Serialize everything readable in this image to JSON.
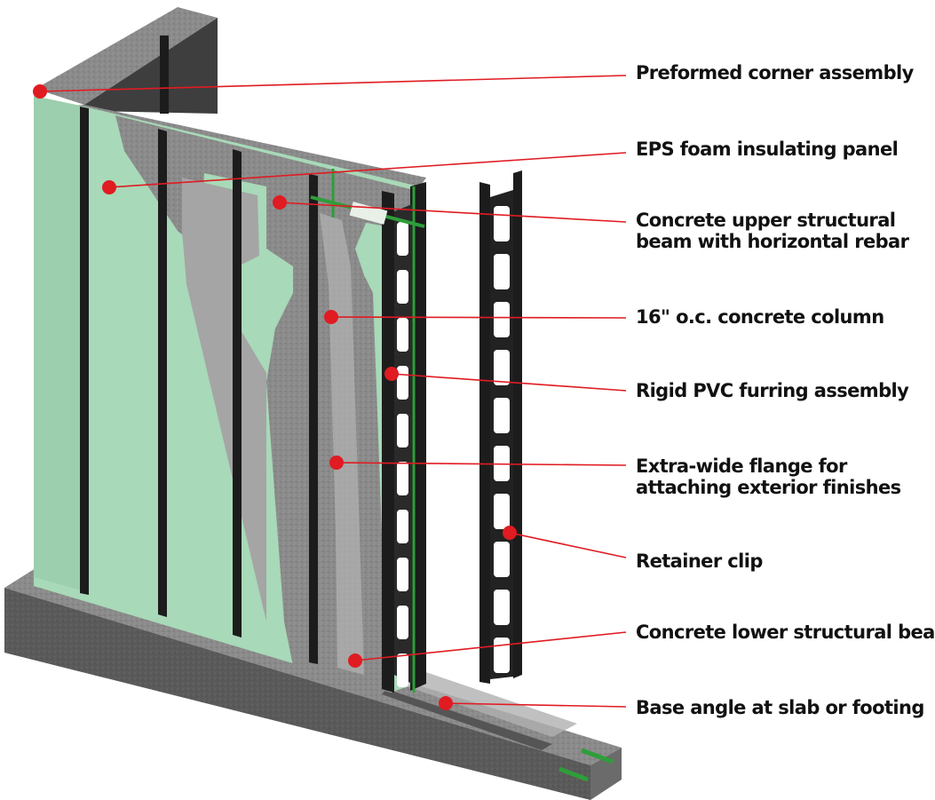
{
  "colors": {
    "foam": "#a8d9b8",
    "concrete": "#8c8c8c",
    "concrete_dark": "#5e5e5e",
    "furring": "#1c1c1c",
    "rebar": "#2e9e3a",
    "callout": "#e01b22",
    "label_text": "#111111"
  },
  "callouts": [
    {
      "id": "preformed-corner-assembly",
      "lines": [
        "Preformed corner assembly"
      ]
    },
    {
      "id": "eps-foam-insulating-panel",
      "lines": [
        "EPS foam insulating panel"
      ]
    },
    {
      "id": "concrete-upper-structural-beam",
      "lines": [
        "Concrete upper structural",
        "beam with horizontal rebar"
      ]
    },
    {
      "id": "concrete-column",
      "lines": [
        "16\" o.c. concrete column"
      ]
    },
    {
      "id": "rigid-pvc-furring-assembly",
      "lines": [
        "Rigid PVC furring assembly"
      ]
    },
    {
      "id": "extra-wide-flange",
      "lines": [
        "Extra-wide flange for",
        "attaching exterior finishes"
      ]
    },
    {
      "id": "retainer-clip",
      "lines": [
        "Retainer clip"
      ]
    },
    {
      "id": "concrete-lower-structural-beam",
      "lines": [
        "Concrete lower structural beam"
      ]
    },
    {
      "id": "base-angle",
      "lines": [
        "Base angle at slab or footing"
      ]
    }
  ]
}
